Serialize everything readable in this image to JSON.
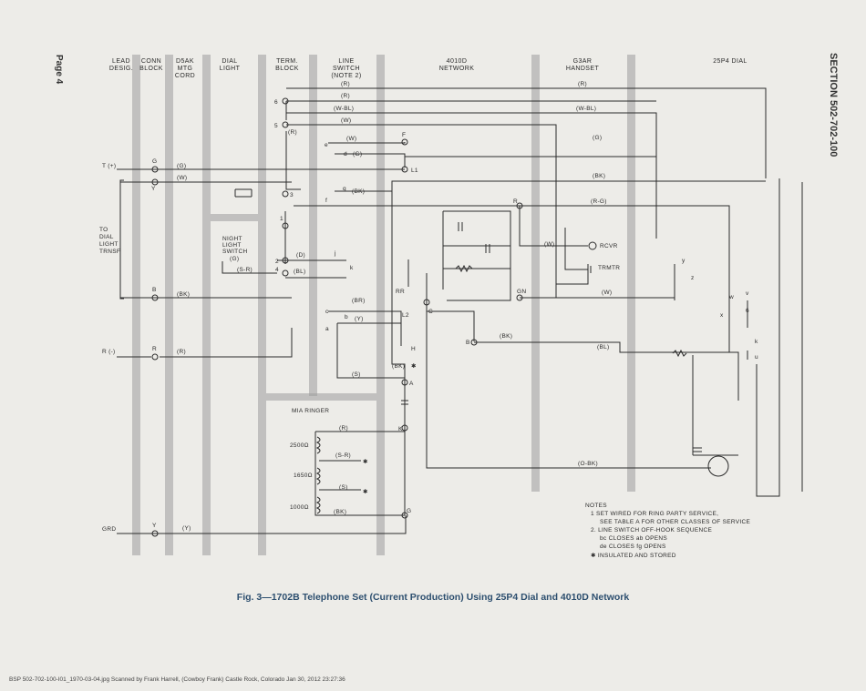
{
  "page_label": "Page 4",
  "section_label": "SECTION 502-702-100",
  "caption": "Fig. 3—1702B Telephone Set (Current Production) Using 25P4 Dial and 4010D Network",
  "footer": "BSP 502-702-100-I01_1970-03-04.jpg   Scanned by Frank Harrell, (Cowboy Frank) Castle Rock, Colorado  Jan 30, 2012  23:27:36",
  "headers": {
    "lead_desig_1": "LEAD",
    "lead_desig_2": "DESIG.",
    "conn_block_1": "CONN",
    "conn_block_2": "BLOCK",
    "d5ak_1": "D5AK",
    "d5ak_2": "MTG",
    "d5ak_3": "CORD",
    "dial_light_1": "DIAL",
    "dial_light_2": "LIGHT",
    "term_block_1": "TERM.",
    "term_block_2": "BLOCK",
    "line_switch_1": "LINE",
    "line_switch_2": "SWITCH",
    "line_switch_3": "(NOTE 2)",
    "network_1": "4010D",
    "network_2": "NETWORK",
    "handset_1": "G3AR",
    "handset_2": "HANDSET",
    "dial": "25P4 DIAL"
  },
  "leads": {
    "tip": "T (+)",
    "ring": "R (-)",
    "grd": "GRD",
    "to_dial_1": "TO",
    "to_dial_2": "DIAL",
    "to_dial_3": "LIGHT",
    "to_dial_4": "TRNSF"
  },
  "wire_labels": {
    "r_top": "(R)",
    "r_2": "(R)",
    "w_bl": "(W-BL)",
    "w_1": "(W)",
    "r_small": "(R)",
    "w_2": "(W)",
    "g_1": "(G)",
    "g_2": "(G)",
    "w_3": "(W)",
    "bk_1": "(BK)",
    "bk_2": "(BK)",
    "g_d": "(G)",
    "s_r": "(S-R)",
    "d_lbl": "(D)",
    "bl_1": "(BL)",
    "br": "(BR)",
    "y_1": "(Y)",
    "bk_3": "(BK)",
    "bk_x": "(BK)",
    "s_1": "(S)",
    "r_3": "(R)",
    "r_hs": "(R)",
    "w_bl_hs": "(W-BL)",
    "g_hs": "(G)",
    "bk_hs": "(BK)",
    "r_g": "(R-G)",
    "w_hs": "(W)",
    "w_rr": "(W)",
    "bk_net": "(BK)",
    "bl_net": "(BL)",
    "o_bk": "(O-BK)",
    "ringer_r": "(R)",
    "ringer_s_r": "(S-R)",
    "ringer_s": "(S)",
    "ringer_bk": "(BK)",
    "y_grd": "(Y)"
  },
  "terminals": {
    "g": "G",
    "y": "Y",
    "b": "B",
    "r": "R",
    "y_grd": "Y",
    "t6": "6",
    "t5": "5",
    "t3": "3",
    "t1": "1",
    "t2": "2",
    "t4": "4",
    "e": "e",
    "d": "d",
    "f": "f",
    "g_sw": "g",
    "j": "j",
    "k": "k",
    "c": "c",
    "b_sw": "b",
    "a": "a",
    "F": "F",
    "L1": "L1",
    "L2": "L2",
    "H": "H",
    "A": "A",
    "K": "K",
    "G_ringer": "G",
    "R_net": "R",
    "RR": "RR",
    "C": "C",
    "GN": "GN",
    "B_net": "B",
    "w_dial": "w",
    "v_dial": "v",
    "x_dial": "x",
    "k_dial": "k",
    "u_dial": "u",
    "y_dial": "y",
    "z_dial": "z",
    "six_dial": "6"
  },
  "components": {
    "rcvr": "RCVR",
    "trmtr": "TRMTR",
    "night_1": "NIGHT",
    "night_2": "LIGHT",
    "night_3": "SWITCH",
    "night_4": "(G)",
    "ringer_title": "MIA RINGER",
    "coil_2500": "2500Ω",
    "coil_1650": "1650Ω",
    "coil_1000": "1000Ω",
    "asterisk_bk": "✱",
    "asterisk_sr": "✱",
    "asterisk_s": "✱"
  },
  "notes": {
    "title": "NOTES",
    "n1a": "1  SET WIRED FOR RING PARTY SERVICE,",
    "n1b": "SEE TABLE A FOR OTHER CLASSES OF SERVICE",
    "n2a": "2.  LINE SWITCH OFF-HOOK SEQUENCE",
    "n2b": "bc  CLOSES     ab  OPENS",
    "n2c": "de  CLOSES     fg  OPENS",
    "n3": "✱  INSULATED  AND  STORED"
  }
}
